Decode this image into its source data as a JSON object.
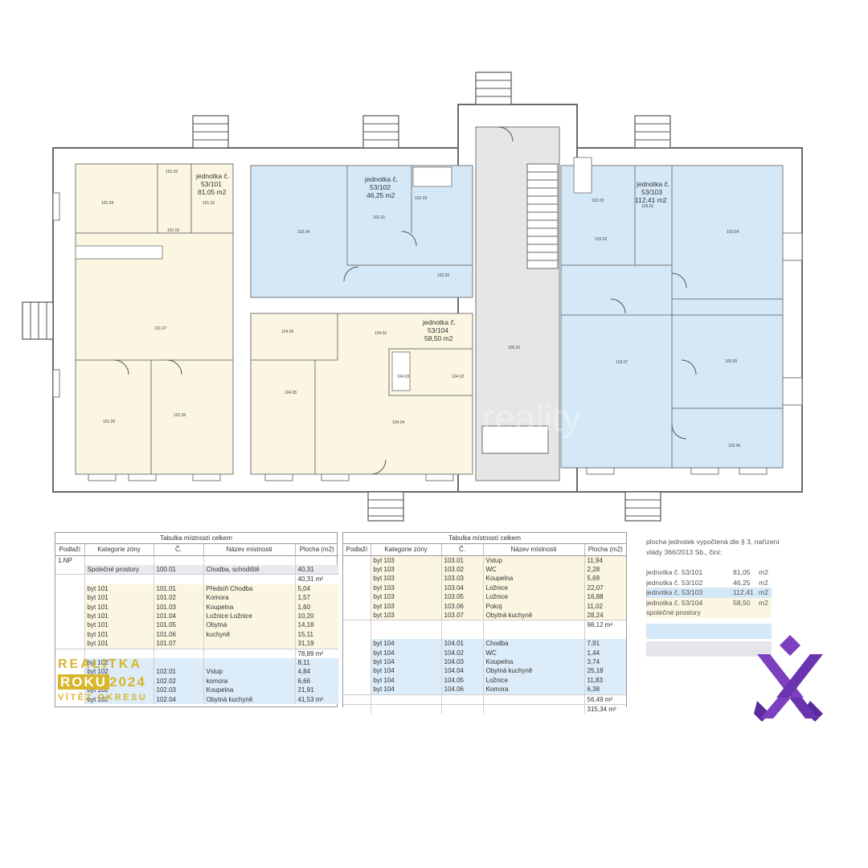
{
  "plan": {
    "units": [
      {
        "name": "jednotka č.",
        "id": "53/101",
        "area": "81,05 m2"
      },
      {
        "name": "jednotka č.",
        "id": "53/102",
        "area": "46,25 m2"
      },
      {
        "name": "jednotka č.",
        "id": "53/103",
        "area": "112,41 m2"
      },
      {
        "name": "jednotka č.",
        "id": "53/104",
        "area": "58,50 m2"
      }
    ],
    "rooms": [
      "101.01",
      "101.02",
      "101.03",
      "101.04",
      "101.05",
      "101.06",
      "101.07",
      "102.01",
      "102.02",
      "102.03",
      "102.04",
      "103.01",
      "103.02",
      "103.03",
      "103.04",
      "103.05",
      "103.06",
      "103.07",
      "104.01",
      "104.02",
      "104.03",
      "104.04",
      "104.05",
      "104.06",
      "100.01"
    ],
    "watermark": "reality",
    "colors": {
      "cream": "#fbf6e2",
      "blue": "#d5e8f7",
      "gray": "#e6e6e6",
      "wall": "#6a6a6a"
    }
  },
  "table_left": {
    "title": "Tabulka místností celkem",
    "headers": [
      "Podlaží",
      "Kategorie zóny",
      "Č.",
      "Název místnosti",
      "Plocha (m2)"
    ],
    "floor": "1.NP",
    "common": {
      "zone": "Společné prostory",
      "no": "100.01",
      "name": "Chodba, schodiště",
      "area": "40,31",
      "sum": "40,31 m²"
    },
    "rows_101": [
      {
        "zone": "byt 101",
        "no": "101.01",
        "name": "Předsíň  Chodba",
        "area": "5,04"
      },
      {
        "zone": "byt 101",
        "no": "101.02",
        "name": "Komora",
        "area": "1,57"
      },
      {
        "zone": "byt 101",
        "no": "101.03",
        "name": "Koupelna",
        "area": "1,60"
      },
      {
        "zone": "byt 101",
        "no": "101.04",
        "name": "Ložnice  Ložnice",
        "area": "10,20"
      },
      {
        "zone": "byt 101",
        "no": "101.05",
        "name": "Obytná",
        "area": "14,18"
      },
      {
        "zone": "byt 101",
        "no": "101.06",
        "name": "kuchyně",
        "area": "15,11"
      },
      {
        "zone": "byt 101",
        "no": "101.07",
        "name": "",
        "area": "31,19"
      }
    ],
    "sum_101": "78,89 m²",
    "rows_102": [
      {
        "zone": "byt 102",
        "no": "",
        "name": "",
        "area": "8,11"
      },
      {
        "zone": "byt 102",
        "no": "102.01",
        "name": "Vstup",
        "area": "4,84"
      },
      {
        "zone": "byt 102",
        "no": "102.02",
        "name": "komora",
        "area": "6,66"
      },
      {
        "zone": "byt 102",
        "no": "102.03",
        "name": "Koupelna",
        "area": "21,91"
      },
      {
        "zone": "byt 102",
        "no": "102.04",
        "name": "Obytná kuchyně",
        "area": "41,53 m²"
      }
    ]
  },
  "table_right": {
    "title": "Tabulka místností celkem",
    "headers": [
      "Podlaží",
      "Kategorie zóny",
      "Č.",
      "Název místnosti",
      "Plocha (m2)"
    ],
    "rows_103": [
      {
        "zone": "byt 103",
        "no": "103.01",
        "name": "Vstup",
        "area": "11,94"
      },
      {
        "zone": "byt 103",
        "no": "103.02",
        "name": "WC",
        "area": "2,28"
      },
      {
        "zone": "byt 103",
        "no": "103.03",
        "name": "Koupelna",
        "area": "5,69"
      },
      {
        "zone": "byt 103",
        "no": "103.04",
        "name": "Ložnice",
        "area": "22,07"
      },
      {
        "zone": "byt 103",
        "no": "103.05",
        "name": "Ložnice",
        "area": "16,88"
      },
      {
        "zone": "byt 103",
        "no": "103.06",
        "name": "Pokoj",
        "area": "11,02"
      },
      {
        "zone": "byt 103",
        "no": "103.07",
        "name": "Obytná kuchyně",
        "area": "28,24"
      }
    ],
    "sum_103": "98,12 m²",
    "rows_104": [
      {
        "zone": "byt 104",
        "no": "104.01",
        "name": "Chodba",
        "area": "7,91"
      },
      {
        "zone": "byt 104",
        "no": "104.02",
        "name": "WC",
        "area": "1,44"
      },
      {
        "zone": "byt 104",
        "no": "104.03",
        "name": "Koupelna",
        "area": "3,74"
      },
      {
        "zone": "byt 104",
        "no": "104.04",
        "name": "Obytná kuchyně",
        "area": "25,18"
      },
      {
        "zone": "byt 104",
        "no": "104.05",
        "name": "Ložnice",
        "area": "11,83"
      },
      {
        "zone": "byt 104",
        "no": "104.06",
        "name": "Komora",
        "area": "6,38"
      }
    ],
    "sum_104": "56,49 m²",
    "total": "315,34 m²"
  },
  "summary": {
    "heading": "plocha jednotek vypočtená dle § 3, nařízení vlády 366/2013 Sb., činí:",
    "rows": [
      {
        "unit": "jednotka  č.  53/101",
        "value": "81,05",
        "unit_m": "m2"
      },
      {
        "unit": "jednotka  č.  53/102",
        "value": "46,25",
        "unit_m": "m2"
      },
      {
        "unit": "jednotka  č.  53/103",
        "value": "112,41",
        "unit_m": "m2"
      },
      {
        "unit": "jednotka  č.  53/104",
        "value": "58,50",
        "unit_m": "m2"
      }
    ],
    "common": "společné prostory",
    "swatch_colors": [
      "#fbf6e2",
      "#d5e8f7",
      "#e6e4ea"
    ]
  },
  "badge": {
    "line1": "REALITKA",
    "line2_a": "ROKU",
    "line2_b": "2024",
    "line3": "VÍTĚZ OKRESU"
  },
  "logo": {
    "colors": [
      "#7b3fbf",
      "#5b2a9e"
    ]
  }
}
